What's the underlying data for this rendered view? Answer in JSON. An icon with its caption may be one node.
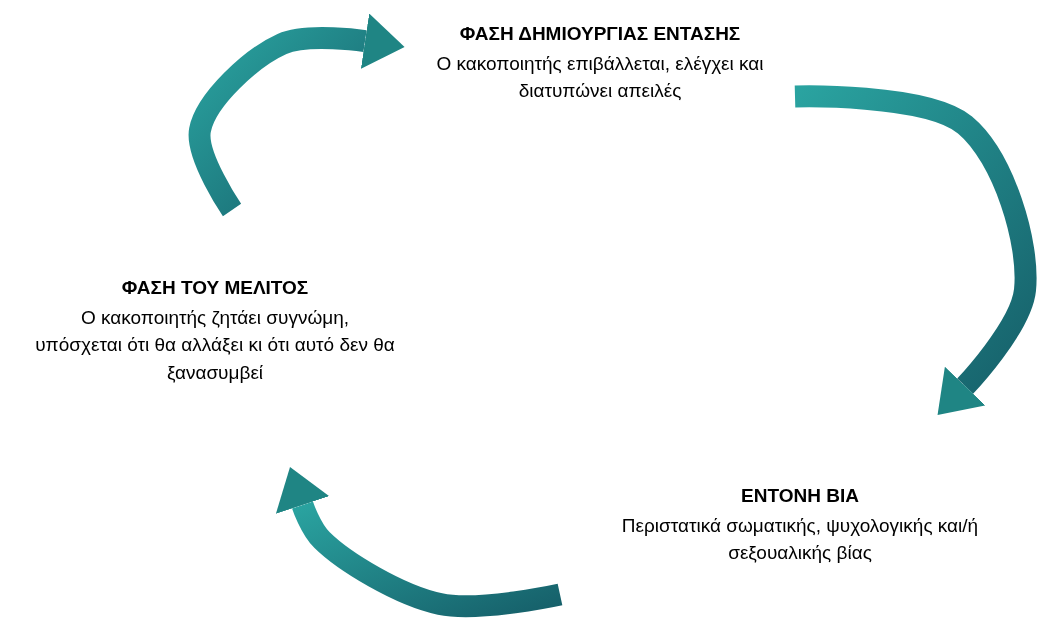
{
  "diagram": {
    "nodes": [
      {
        "text": [
          "ΦΑΣΗ ΔΗΜΙΟΥΡΓΙΑΣ ΕΝΤΑΣΗΣ",
          "Ο κακοποιητής επιβάλλεται, ελέγχει και διατυπώνει απειλές"
        ]
      },
      {
        "text": [
          "ΕΝΤΟΝΗ ΒΙΑ",
          "Περιστατικά σωματικής, ψυχολογικής και/ή σεξουαλικής βίας"
        ]
      },
      {
        "text": [
          "ΦΑΣΗ ΤΟΥ ΜΕΛΙΤΟΣ",
          "Ο κακοποιητής ζητάει συγνώμη, υπόσχεται ότι θα αλλάξει κι ότι αυτό δεν θα ξανασυμβεί"
        ]
      }
    ],
    "edges": [
      {
        "from": 0,
        "to": 1,
        "arrow": "to"
      },
      {
        "from": 1,
        "to": 2,
        "arrow": "to"
      },
      {
        "from": 2,
        "to": 0,
        "arrow": "to"
      }
    ]
  }
}
